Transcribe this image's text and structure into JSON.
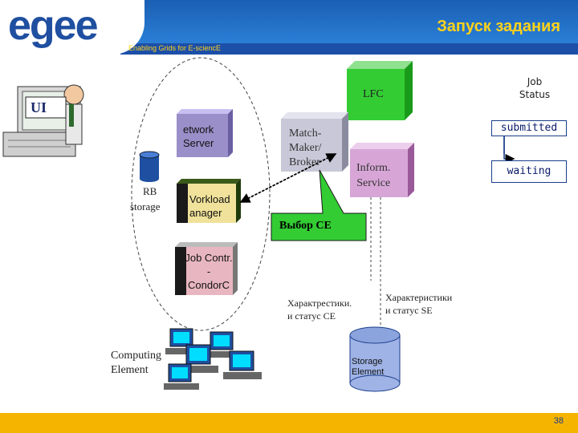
{
  "header": {
    "logo": "egee",
    "title": "Запуск задания",
    "tagline": "Enabling Grids for E-sciencE"
  },
  "diagram": {
    "ui_label": "UI",
    "network_server": "etwork\nServer",
    "workload_manager": "Vorkload\nanager",
    "job_control": "Job Contr.\n-\nCondorC",
    "rb_storage_line1": "RB",
    "rb_storage_line2": "storage",
    "lfc": "LFC",
    "matchmaker": "Match-\nMaker/\nBroker",
    "inform_service": "Inform.\nService",
    "callout": "Выбор СЕ",
    "ce_status": "Характрестики.\nи статус СЕ",
    "se_status": "Характеристики\nи статус SE",
    "computing_element": "Computing\nElement",
    "storage_element": "Storage\nElement"
  },
  "job_status": {
    "heading": "Job\nStatus",
    "states": [
      "submitted",
      "waiting"
    ]
  },
  "footer": {
    "page_number": "38"
  },
  "colors": {
    "header_blue": "#1a5fb4",
    "title_yellow": "#ffd21a",
    "footer_orange": "#f5b400",
    "callout_green": "#33cc33",
    "box_purple": "#9b8fc9",
    "lfc_green": "#33cc33",
    "inform_pink": "#d7a6d7",
    "storage_blue": "#9fb3e6"
  }
}
